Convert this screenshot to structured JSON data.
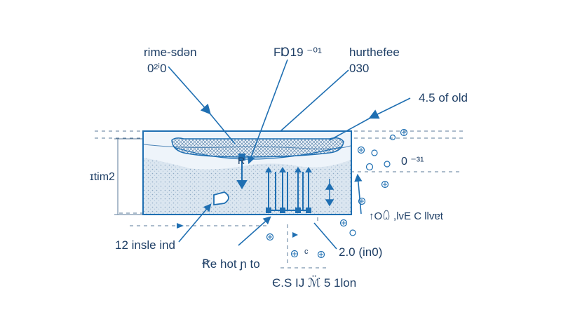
{
  "labels": {
    "top_left_line1": "rime-sdǝn",
    "top_left_line2": "0²ⁱ0",
    "top_center": "F⁠Ɒ19 ⁻⁰¹",
    "top_right_line1": "hurthefee",
    "top_right_line2": "030",
    "right_upper": "4.5 of old",
    "right_middle": "0 ⁻³¹",
    "left_middle": "ɪtim2",
    "right_lower": "↑O꒧ ,lvE C llvɐt",
    "bottom_left": "12 insle ind",
    "bottom_center_small": "c",
    "bottom_right": "2.0 (in0)",
    "bottom_center": "Ꞧe hot ɲ to",
    "bottom_caption": "Є.S IJ ℳ̈ 5 1lon",
    "layer_tag": "R"
  },
  "colors": {
    "line": "#1f6fb2",
    "ink": "#1f3f66",
    "sediment": "#dbe6f0",
    "water": "#eef4fa",
    "dashed": "#5a7a99"
  }
}
